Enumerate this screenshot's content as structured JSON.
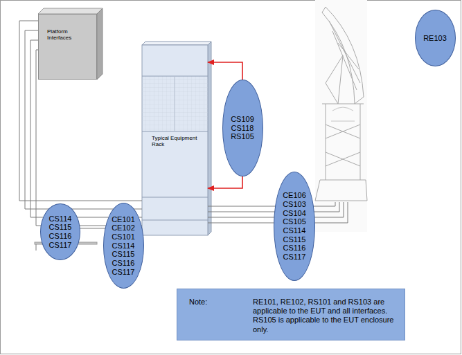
{
  "diagram": {
    "nodes": [
      {
        "text": [
          "Platform Interfaces"
        ]
      },
      {
        "text": [
          "Typical Equipment Rack"
        ]
      },
      {
        "text": [
          "RE103"
        ]
      },
      {
        "text": [
          "CS109",
          "CS118",
          "RS105"
        ]
      },
      {
        "text": [
          "CS114",
          "CS115",
          "CS116",
          "CS117"
        ]
      },
      {
        "text": [
          "CE101",
          "CE102",
          "CS101",
          "CS114",
          "CS115",
          "CS116",
          "CS117"
        ]
      },
      {
        "text": [
          "CE106",
          "CS103",
          "CS104",
          "CS105",
          "CS114",
          "CS115",
          "CS116",
          "CS117"
        ]
      },
      {
        "text": [
          "Note:",
          "RE101, RE102, RS101 and RS103 are applicable to the EUT and all interfaces. RS105 is applicable to the EUT enclosure only."
        ]
      }
    ],
    "edges": [
      {
        "from": 3,
        "to": 1,
        "arrow": "to"
      },
      {
        "from": 3,
        "to": 1,
        "arrow": "to"
      },
      {
        "from": 0,
        "to": 1,
        "arrow": "none"
      },
      {
        "from": 0,
        "to": 1,
        "arrow": "none"
      },
      {
        "from": 0,
        "to": 1,
        "arrow": "none"
      },
      {
        "from": 0,
        "to": 1,
        "arrow": "none"
      }
    ]
  }
}
